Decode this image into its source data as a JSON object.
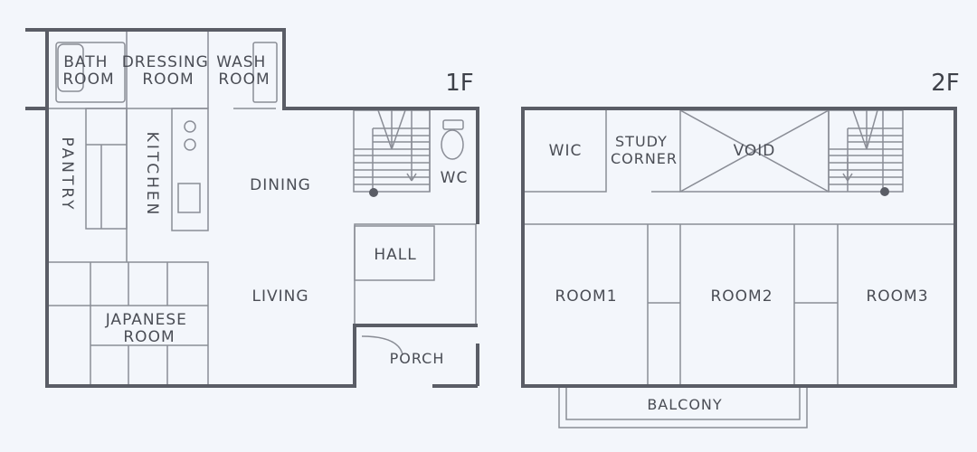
{
  "floors": {
    "first": {
      "label": "1F",
      "rooms": {
        "bath_room": [
          "BATH",
          "ROOM"
        ],
        "dressing_room": [
          "DRESSING",
          "ROOM"
        ],
        "wash_room": [
          "WASH",
          "ROOM"
        ],
        "pantry": "PANTRY",
        "kitchen": "KITCHEN",
        "dining": "DINING",
        "wc": "WC",
        "hall": "HALL",
        "living": "LIVING",
        "japanese_room": [
          "JAPANESE",
          "ROOM"
        ],
        "porch": "PORCH"
      }
    },
    "second": {
      "label": "2F",
      "rooms": {
        "wic": "WIC",
        "study_corner": [
          "STUDY",
          "CORNER"
        ],
        "void": "VOID",
        "room1": "ROOM1",
        "room2": "ROOM2",
        "room3": "ROOM3",
        "balcony": "BALCONY"
      }
    }
  },
  "colors": {
    "wall": "#5a5d66",
    "line": "#8a8d96",
    "background": "#f3f6fb"
  }
}
